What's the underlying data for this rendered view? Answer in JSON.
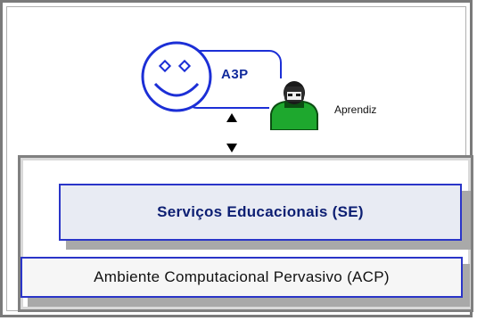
{
  "agent": {
    "label": "A3P",
    "icon": "smiley-face-icon"
  },
  "learner": {
    "label": "Aprendiz",
    "icon": "person-avatar-icon"
  },
  "connector": {
    "icon": "bidirectional-arrow-icon"
  },
  "layers": {
    "services": {
      "label": "Serviços Educacionais (SE)"
    },
    "environment": {
      "label": "Ambiente Computacional Pervasivo (ACP)"
    }
  },
  "colors": {
    "outline_blue": "#1c2fd6",
    "text_blue": "#0d1f73",
    "frame_gray": "#808080",
    "avatar_green": "#1ea82e"
  }
}
